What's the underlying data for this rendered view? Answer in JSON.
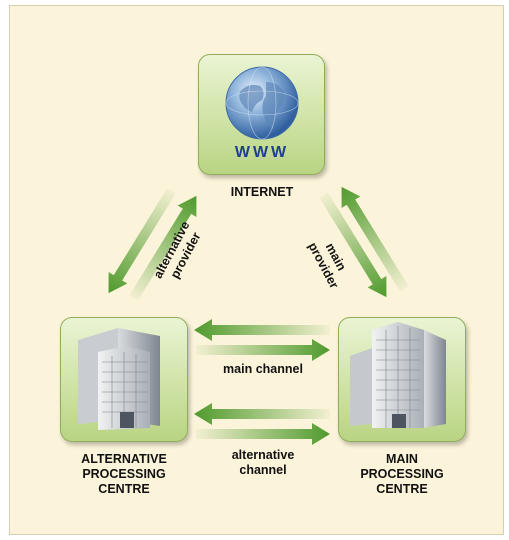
{
  "nodes": {
    "internet": {
      "label": "INTERNET",
      "badge": "www"
    },
    "alternative_centre": {
      "label": "ALTERNATIVE\nPROCESSING\nCENTRE"
    },
    "main_centre": {
      "label": "MAIN\nPROCESSING\nCENTRE"
    }
  },
  "links": {
    "alternative_provider": "alternative\nprovider",
    "main_provider": "main\nprovider",
    "main_channel": "main channel",
    "alternative_channel": "alternative\nchannel"
  },
  "colors": {
    "background": "#fbf4da",
    "node_fill": "#cfe3a6",
    "arrow_green": "#4f9a2c",
    "badge_blue": "#1e3f8f"
  }
}
